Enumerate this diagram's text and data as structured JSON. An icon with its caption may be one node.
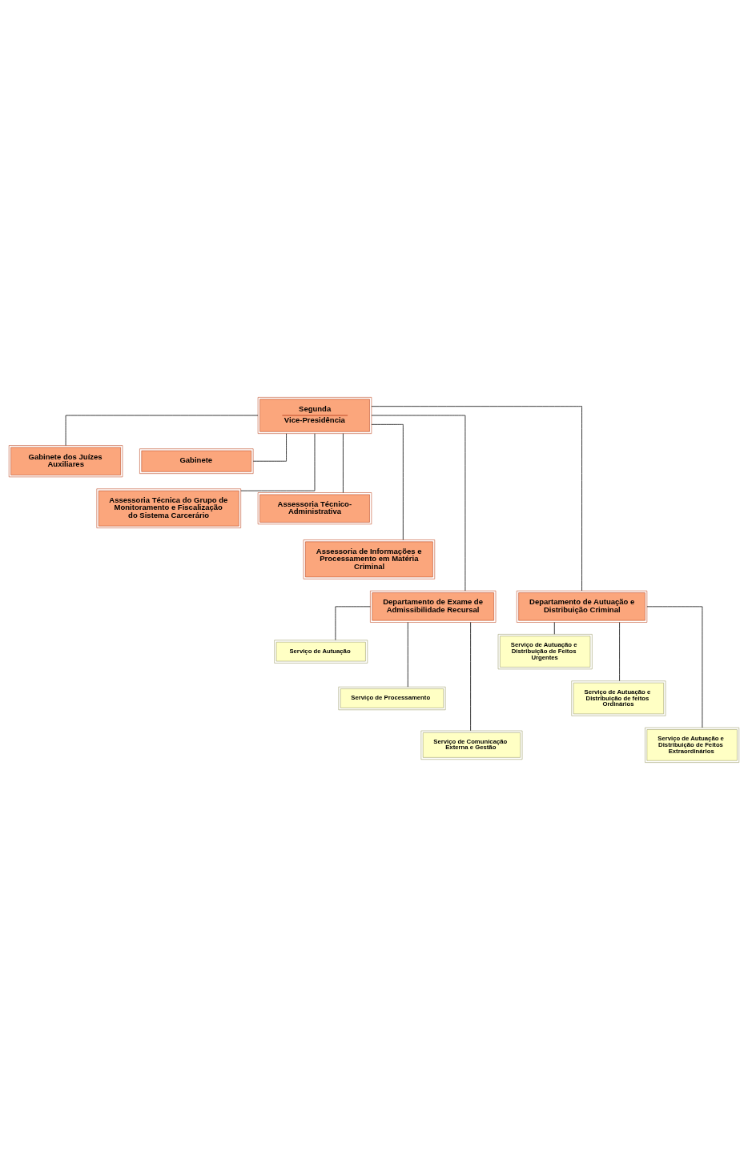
{
  "diagram": {
    "nodes": [
      {
        "text": [
          "Segunda",
          "Vice-Presidência"
        ]
      },
      {
        "text": [
          "Gabinete dos Juízes Auxiliares"
        ]
      },
      {
        "text": [
          "Gabinete"
        ]
      },
      {
        "text": [
          "Assessoria Técnica do Grupo de Monitoramento e Fiscalização do Sistema Carcerário"
        ]
      },
      {
        "text": [
          "Assessoria Técnico-Administrativa"
        ]
      },
      {
        "text": [
          "Assessoria de Informações e Processamento em Matéria Criminal"
        ]
      },
      {
        "text": [
          "Departamento de Exame de Admissibilidade Recursal"
        ]
      },
      {
        "text": [
          "Departamento de Autuação e Distribuição Criminal"
        ]
      },
      {
        "text": [
          "Serviço de Autuação"
        ]
      },
      {
        "text": [
          "Serviço de Processamento"
        ]
      },
      {
        "text": [
          "Serviço de Comunicação Externa e Gestão"
        ]
      },
      {
        "text": [
          "Serviço de Autuação e Distribuição de Feitos Urgentes"
        ]
      },
      {
        "text": [
          "Serviço de Autuação e Distribuição de feitos Ordinários"
        ]
      },
      {
        "text": [
          "Serviço de Autuação e Distribuição de Feitos Extraordinários"
        ]
      }
    ],
    "edges": [
      {
        "from": 0,
        "to": 1,
        "arrow": "none"
      },
      {
        "from": 0,
        "to": 2,
        "arrow": "none"
      },
      {
        "from": 0,
        "to": 3,
        "arrow": "none"
      },
      {
        "from": 0,
        "to": 4,
        "arrow": "none"
      },
      {
        "from": 0,
        "to": 5,
        "arrow": "none"
      },
      {
        "from": 0,
        "to": 6,
        "arrow": "none"
      },
      {
        "from": 0,
        "to": 7,
        "arrow": "none"
      },
      {
        "from": 6,
        "to": 8,
        "arrow": "none"
      },
      {
        "from": 6,
        "to": 9,
        "arrow": "none"
      },
      {
        "from": 6,
        "to": 10,
        "arrow": "none"
      },
      {
        "from": 7,
        "to": 11,
        "arrow": "none"
      },
      {
        "from": 7,
        "to": 12,
        "arrow": "none"
      },
      {
        "from": 7,
        "to": 13,
        "arrow": "none"
      }
    ]
  }
}
